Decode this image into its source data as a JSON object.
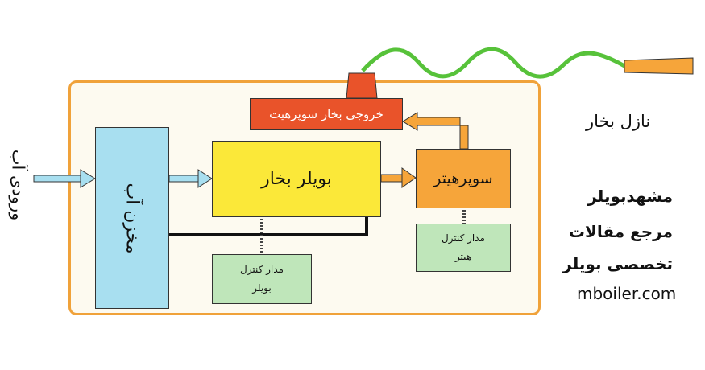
{
  "diagram": {
    "water_inlet": "ورودی آب",
    "water_tank": "مخزن آب",
    "steam_boiler": "بویلر بخار",
    "super_heater": "سوپرهیتر",
    "superheated_steam_outlet": "خروجی بخار سوپرهیت",
    "boiler_control": {
      "line1": "مدار کنترل",
      "line2": "بویلر"
    },
    "heater_control": {
      "line1": "مدار کنترل",
      "line2": "هیتر"
    },
    "steam_nozzle": "نازل بخار"
  },
  "branding": {
    "line1": "مشهدبویلر",
    "line2": "مرجع مقالات",
    "line3": "تخصصی بویلر",
    "website": "mboiler.com"
  },
  "colors": {
    "frame": "#f0a23a",
    "tank": "#a8dff0",
    "boiler": "#fbe839",
    "heater": "#f6a53a",
    "outlet": "#e9532a",
    "control": "#bfe6ba",
    "hose": "#57c23a"
  }
}
